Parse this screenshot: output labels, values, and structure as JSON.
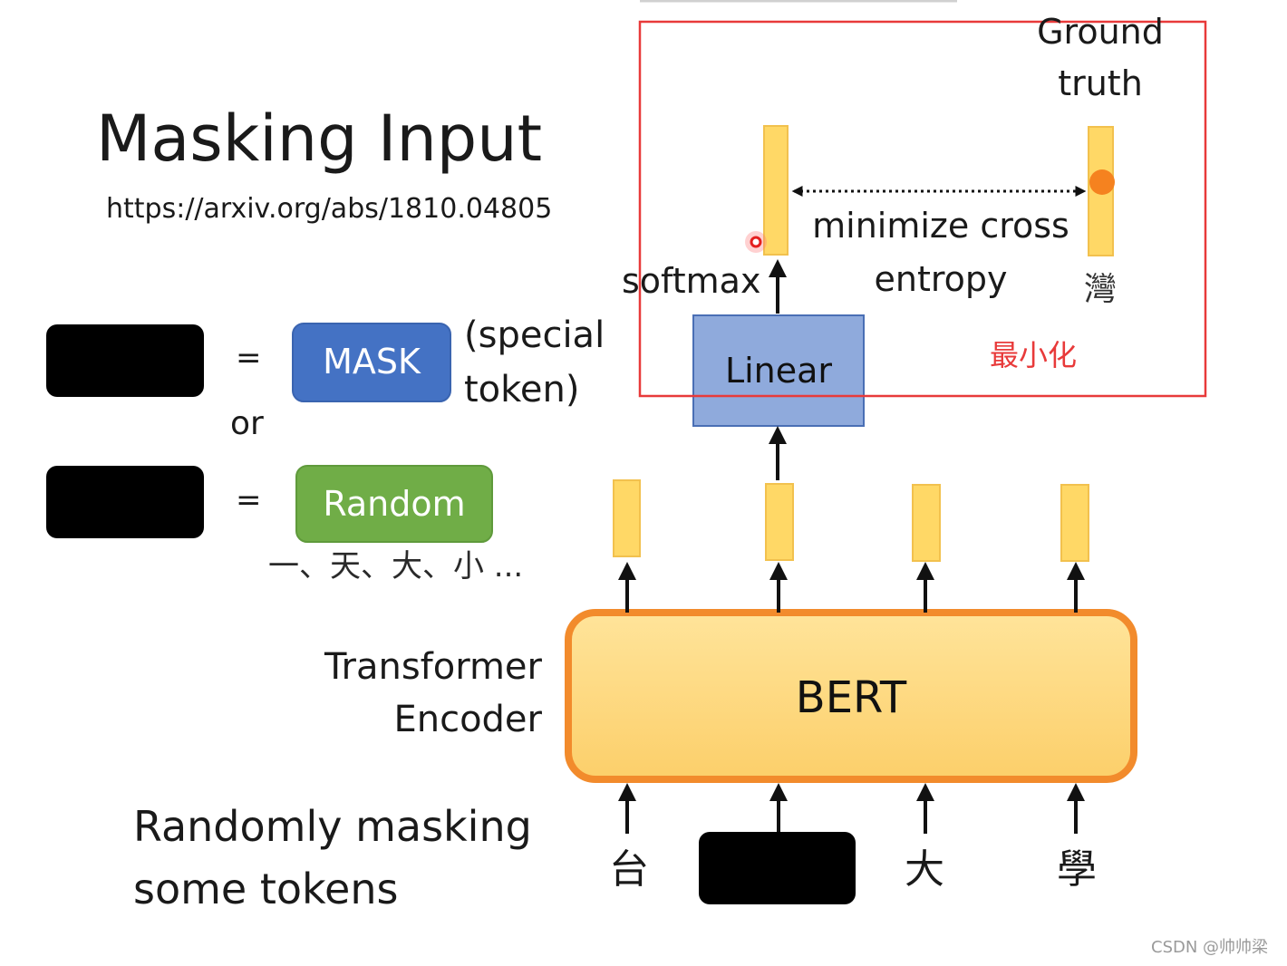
{
  "slide": {
    "title": "Masking Input",
    "url": "https://arxiv.org/abs/1810.04805",
    "eq1": "=",
    "eq2": "=",
    "mask_label": "MASK",
    "special_token_1": "(special",
    "special_token_2": "token)",
    "or_label": "or",
    "random_label": "Random",
    "random_examples": "一、天、大、小 ...",
    "encoder_label_1": "Transformer",
    "encoder_label_2": "Encoder",
    "bert_label": "BERT",
    "linear_label": "Linear",
    "softmax_label": "softmax",
    "ground_truth_1": "Ground",
    "ground_truth_2": "truth",
    "loss_label_1": "minimize cross",
    "loss_label_2": "entropy",
    "target_char": "灣",
    "annotation": "最小化",
    "bottom_text_1": "Randomly masking",
    "bottom_text_2": "some tokens",
    "input_tokens": [
      "台",
      "大",
      "學"
    ],
    "watermark": "CSDN @帅帅梁"
  },
  "colors": {
    "mask_blue": "#4472c4",
    "random_green": "#70ad47",
    "bert_fill": "#fed77c",
    "bert_border": "#f28b2c",
    "linear_fill": "#8faadc",
    "token_bar": "#ffd866",
    "annotation_red": "#e83a3a",
    "dot_orange": "#f5821f"
  }
}
